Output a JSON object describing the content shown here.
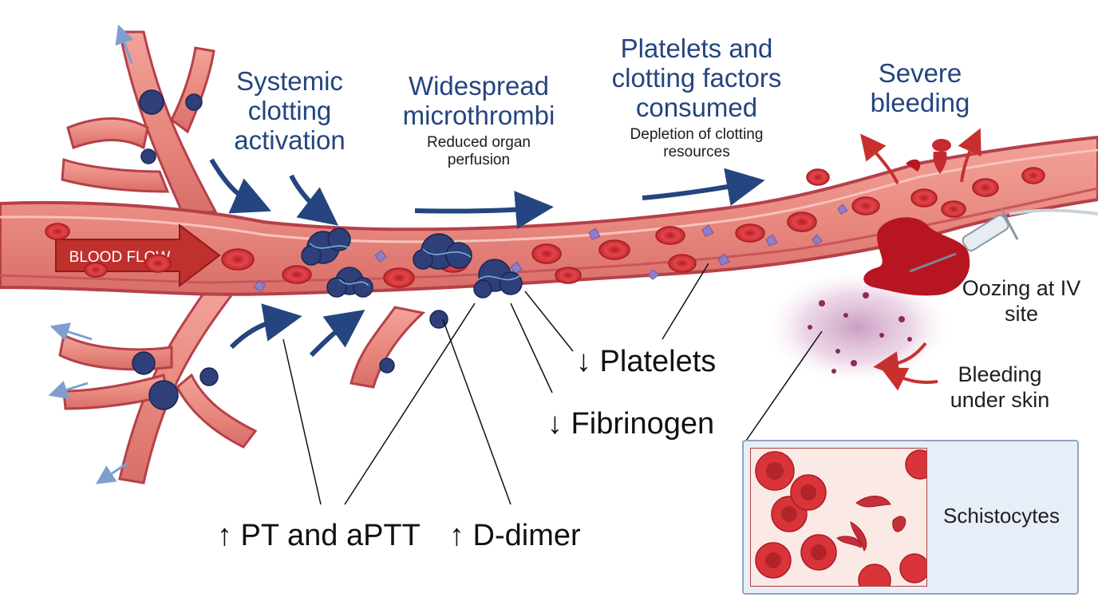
{
  "stages": {
    "activation": {
      "title": "Systemic clotting activation"
    },
    "microthrombi": {
      "title": "Widespread microthrombi",
      "note": "Reduced organ perfusion"
    },
    "consumption": {
      "title": "Platelets and clotting factors consumed",
      "note": "Depletion of clotting resources"
    },
    "bleeding": {
      "title": "Severe bleeding"
    }
  },
  "flow_label": "BLOOD FLOW",
  "labs": {
    "platelets": "↓ Platelets",
    "fibrinogen": "↓ Fibrinogen",
    "pt_aptt": "↑ PT and aPTT",
    "d_dimer": "↑ D-dimer"
  },
  "signs": {
    "iv_site": "Oozing at IV site",
    "skin": "Bleeding under skin"
  },
  "inset": {
    "title": "Schistocytes"
  },
  "colors": {
    "vessel": "#e07e76",
    "vessel_wall": "#b6404a",
    "rbc": "#d8343a",
    "clot": "#2b3d75",
    "arrow": "#24457f",
    "blood": "#b81522"
  }
}
